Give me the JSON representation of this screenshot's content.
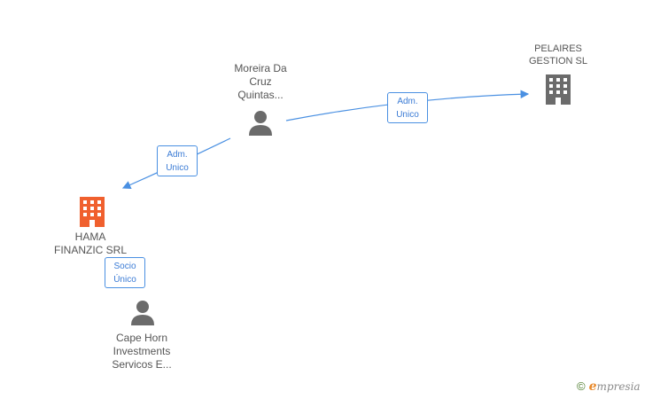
{
  "nodes": {
    "moreira": {
      "label": "Moreira Da\nCruz\nQuintas...",
      "kind": "person"
    },
    "pelaires": {
      "label": "PELAIRES\nGESTION SL",
      "kind": "company"
    },
    "hama": {
      "label": "HAMA\nFINANZIC SRL",
      "kind": "company-highlight"
    },
    "cape": {
      "label": "Cape Horn\nInvestments\nServicos E...",
      "kind": "person"
    }
  },
  "edges": {
    "moreira_pelaires": "Adm.\nUnico",
    "moreira_hama": "Adm.\nUnico",
    "cape_hama": "Socio\nÚnico"
  },
  "colors": {
    "person": "#6b6b6b",
    "company": "#6b6b6b",
    "company_highlight": "#f0602e",
    "edge": "#4a90e2"
  },
  "brand": {
    "copyright": "©",
    "e": "e",
    "name": "mpresia"
  }
}
